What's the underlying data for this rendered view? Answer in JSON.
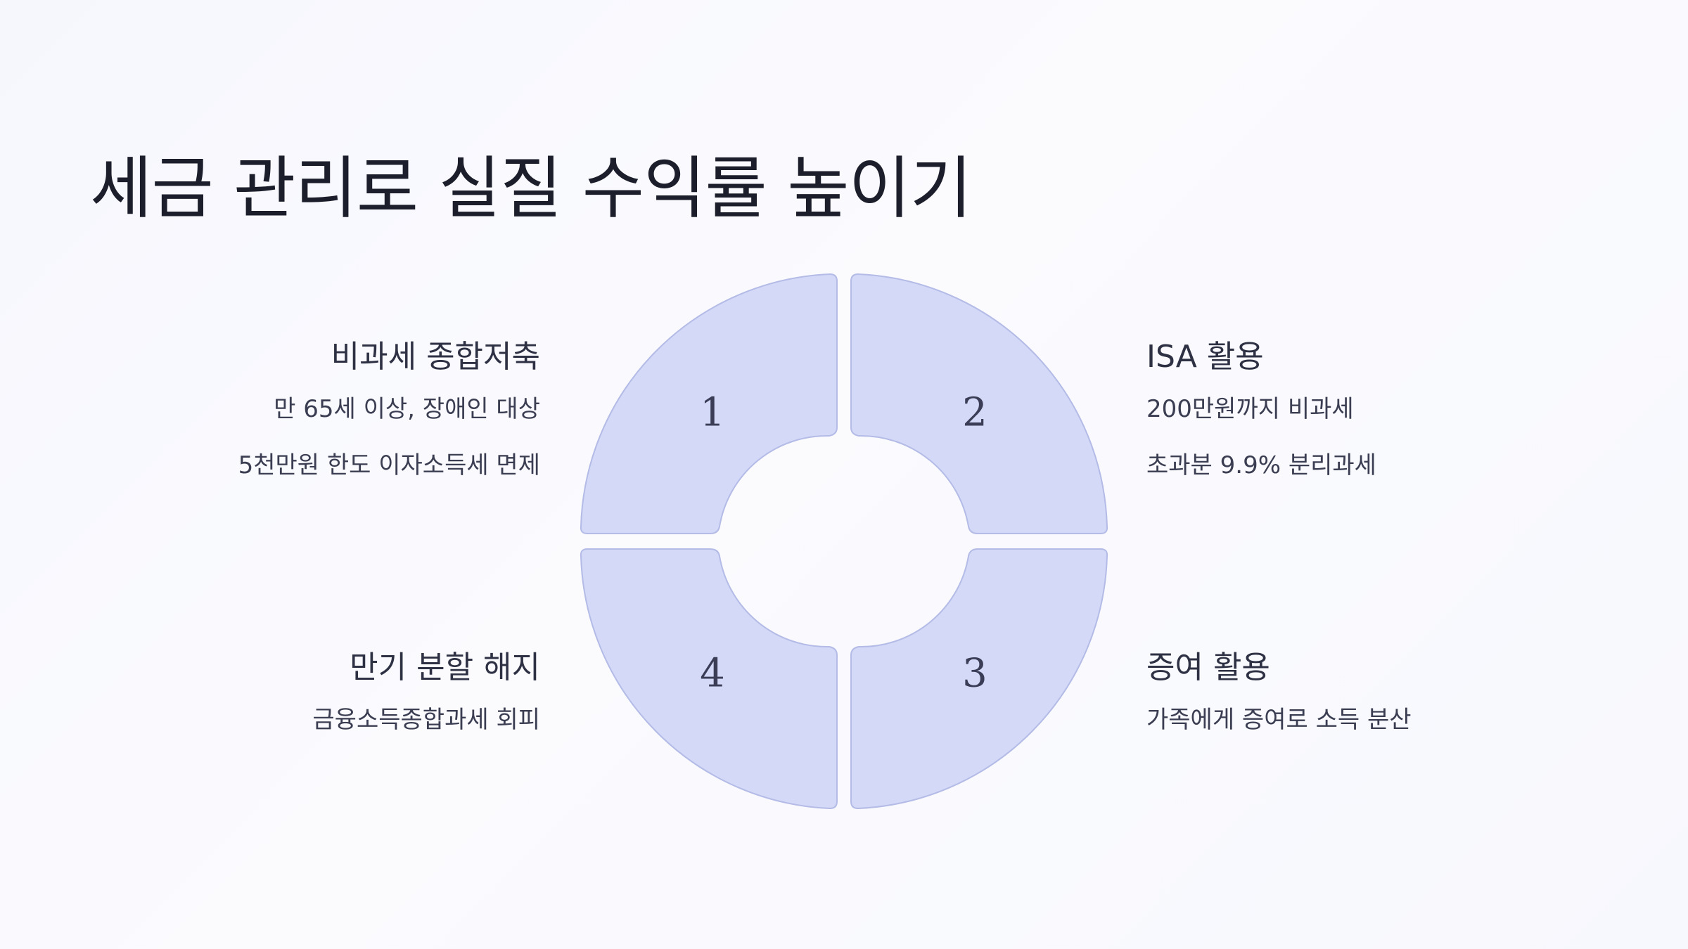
{
  "title": "세금 관리로 실질 수익률 높이기",
  "colors": {
    "segment_fill": "#d3d9f7",
    "segment_stroke": "#b3bbe6",
    "title_text": "#1c1e2b",
    "body_text": "#3b3e52"
  },
  "segments": [
    {
      "number": "1",
      "heading": "비과세 종합저축",
      "lines": [
        "만 65세 이상, 장애인 대상",
        "5천만원 한도 이자소득세 면제"
      ]
    },
    {
      "number": "2",
      "heading": "ISA 활용",
      "lines": [
        "200만원까지 비과세",
        "초과분 9.9% 분리과세"
      ]
    },
    {
      "number": "3",
      "heading": "증여 활용",
      "lines": [
        "가족에게 증여로 소득 분산"
      ]
    },
    {
      "number": "4",
      "heading": "만기 분할 해지",
      "lines": [
        "금융소득종합과세 회피"
      ]
    }
  ]
}
